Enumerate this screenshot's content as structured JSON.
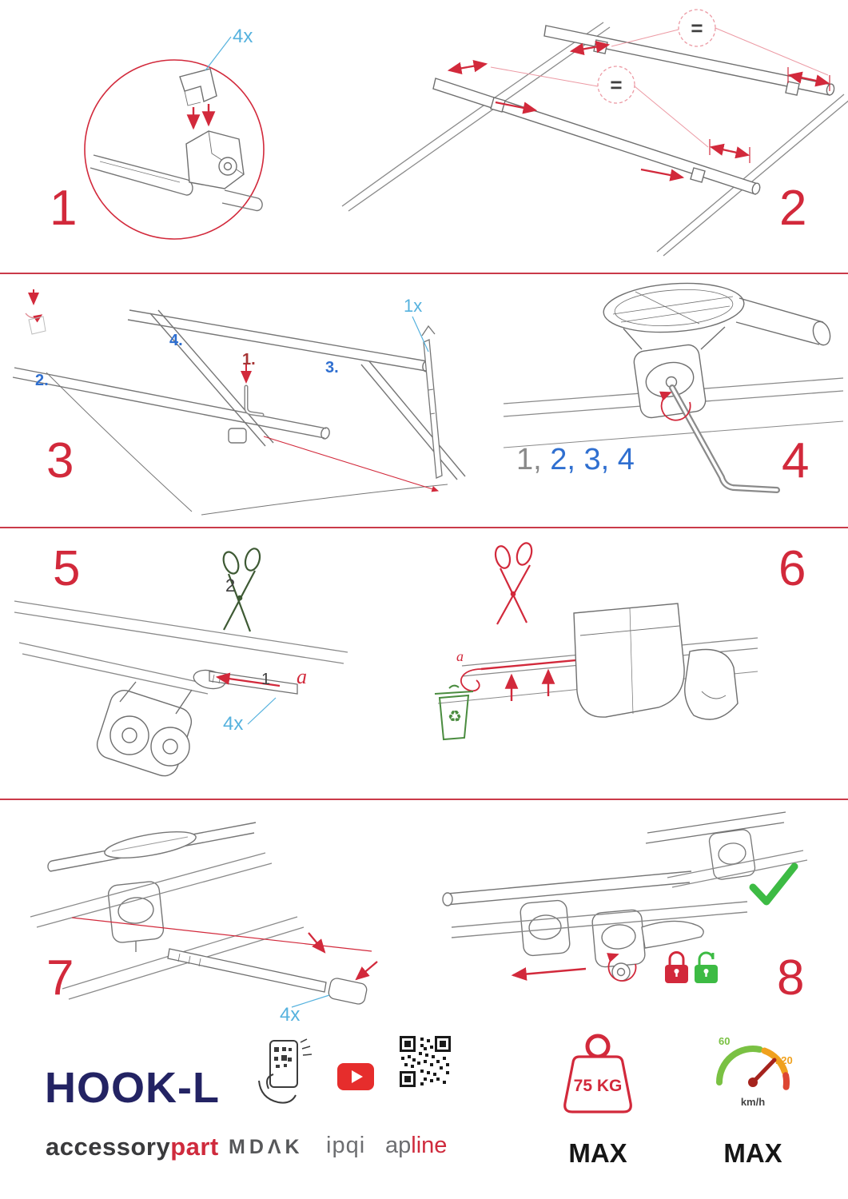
{
  "steps": {
    "s1": {
      "number": "1",
      "qty": "4x"
    },
    "s2": {
      "number": "2",
      "equal_top": "=",
      "equal_mid": "="
    },
    "s3": {
      "number": "3",
      "qty": "1x",
      "l1": "1.",
      "l2": "2.",
      "l3": "3.",
      "l4": "4."
    },
    "s4": {
      "number": "4",
      "seq_first": "1,",
      "seq_rest": "2, 3, 4"
    },
    "s5": {
      "number": "5",
      "l1": "1",
      "l2": "2",
      "la": "a",
      "qty": "4x"
    },
    "s6": {
      "number": "6",
      "la": "a",
      "recycle_icon": "♻"
    },
    "s7": {
      "number": "7",
      "qty": "4x"
    },
    "s8": {
      "number": "8"
    }
  },
  "footer": {
    "product": "HOOK-L",
    "brand_black": "accessory",
    "brand_red": "part",
    "logo_mdak": "MDΛK",
    "logo_ipqi": "ipqi",
    "logo_ap": "ap",
    "logo_line": "line",
    "weight_value": "75 KG",
    "weight_max": "MAX",
    "speed_low": "60",
    "speed_high": "120",
    "speed_unit": "km/h",
    "speed_max": "MAX"
  },
  "colors": {
    "accent_red": "#d2293b",
    "label_blue": "#2f6fd0",
    "label_cyan": "#56b2de",
    "brand_navy": "#232363",
    "ok_green": "#3dbb44",
    "gauge_green": "#7ac143",
    "gauge_orange": "#f0a11e",
    "lineart_gray": "#767676"
  }
}
